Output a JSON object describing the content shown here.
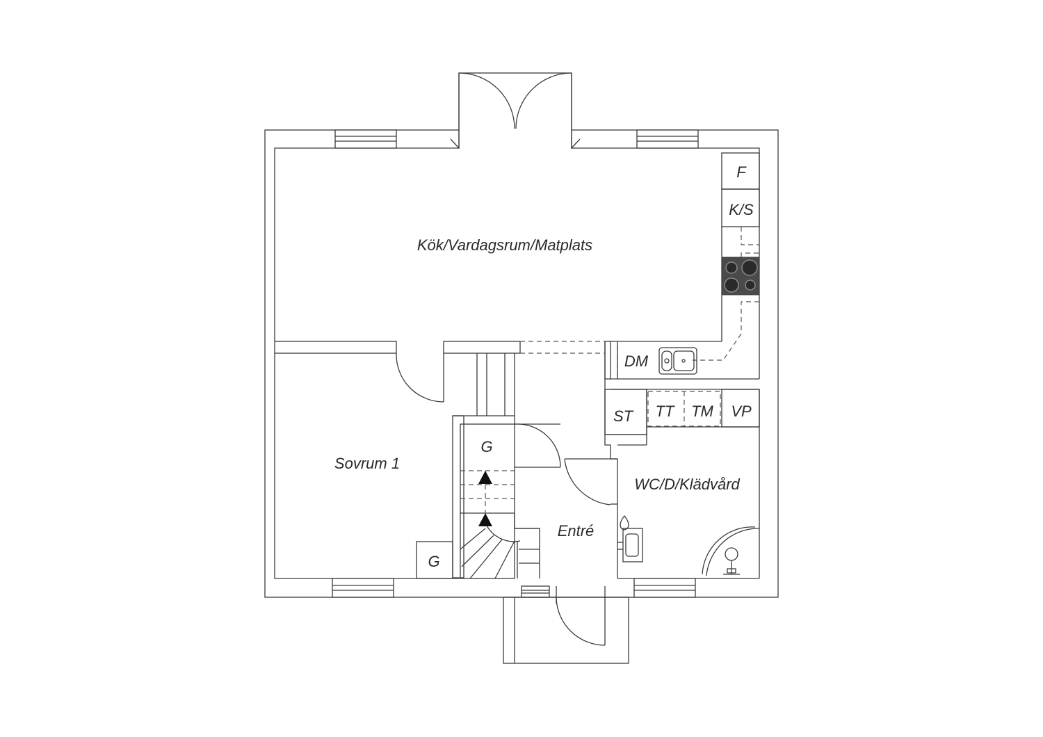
{
  "rooms": {
    "kitchen_living": "Kök/Vardagsrum/Matplats",
    "bedroom": "Sovrum 1",
    "entrance": "Entré",
    "bathroom": "WC/D/Klädvård"
  },
  "fixtures": {
    "fridge": "F",
    "freezer": "K/S",
    "dishwasher": "DM",
    "closet_st": "ST",
    "dryer": "TT",
    "washer": "TM",
    "heat_pump": "VP",
    "wardrobe_bedroom": "G",
    "wardrobe_stairs": "G"
  }
}
